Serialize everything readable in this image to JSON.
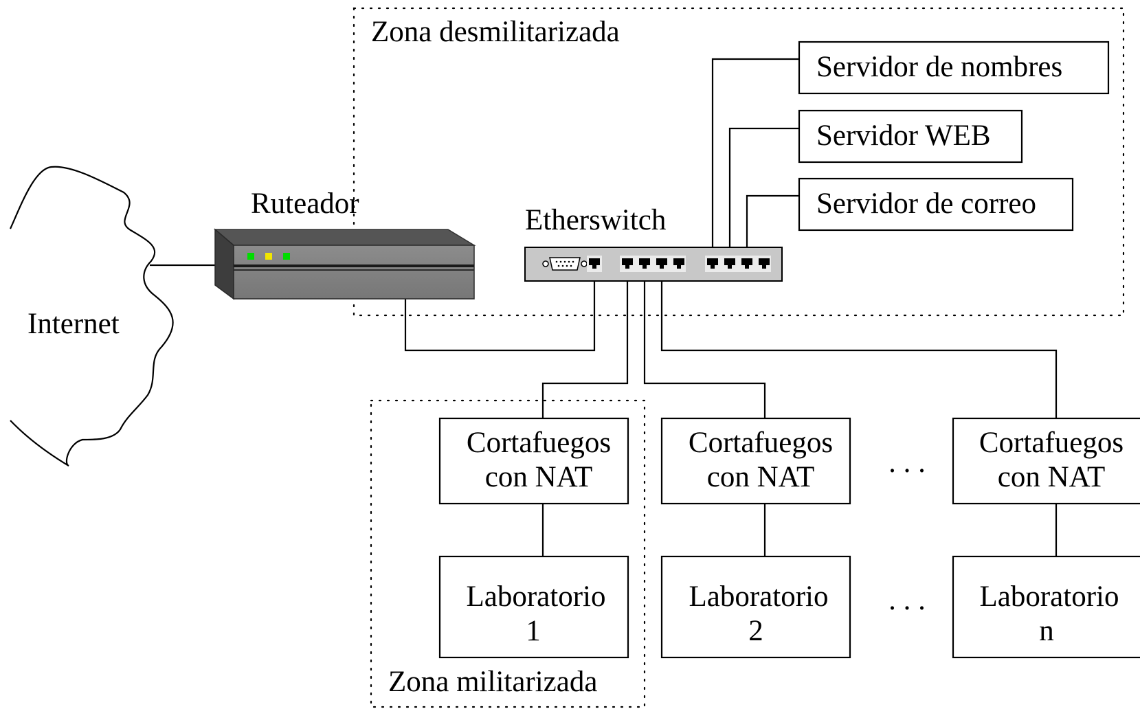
{
  "zones": {
    "dmz": "Zona desmilitarizada",
    "militarized": "Zona militarizada"
  },
  "internet": "Internet",
  "router": {
    "label": "Ruteador",
    "led_colors": [
      "#00dd00",
      "#f2e600",
      "#00dd00"
    ]
  },
  "switch": {
    "label": "Etherswitch"
  },
  "servers": [
    "Servidor de nombres",
    "Servidor WEB",
    "Servidor de correo"
  ],
  "firewalls": [
    {
      "line1": "Cortafuegos",
      "line2": "con NAT"
    },
    {
      "line1": "Cortafuegos",
      "line2": "con NAT"
    },
    {
      "line1": "Cortafuegos",
      "line2": "con NAT"
    }
  ],
  "labs": [
    {
      "line1": "Laboratorio",
      "line2": "1"
    },
    {
      "line1": "Laboratorio",
      "line2": "2"
    },
    {
      "line1": "Laboratorio",
      "line2": "n"
    }
  ],
  "ellipsis": ". . ."
}
